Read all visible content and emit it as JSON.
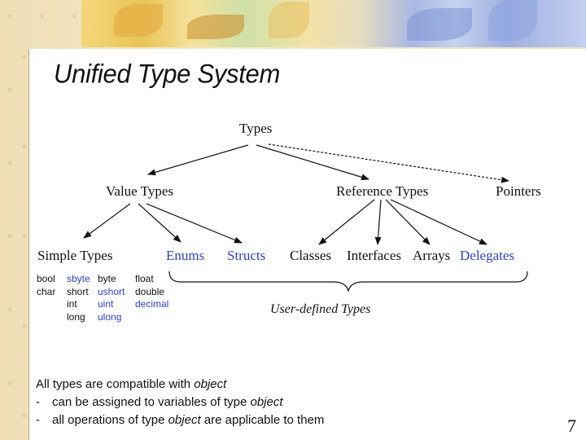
{
  "title": "Unified Type System",
  "tree": {
    "root": "Types",
    "value_types": "Value Types",
    "reference_types": "Reference Types",
    "pointers": "Pointers",
    "simple_types": "Simple Types",
    "enums": "Enums",
    "structs": "Structs",
    "classes": "Classes",
    "interfaces": "Interfaces",
    "arrays": "Arrays",
    "delegates": "Delegates",
    "user_defined": "User-defined Types"
  },
  "simple_type_columns": [
    {
      "items": [
        "bool",
        "char"
      ],
      "color": "black"
    },
    {
      "items": [
        "sbyte",
        "short",
        "int",
        "long"
      ],
      "color": "mixed"
    },
    {
      "items": [
        "byte",
        "ushort",
        "uint",
        "ulong"
      ],
      "color": "mixed"
    },
    {
      "items": [
        "float",
        "double",
        "decimal"
      ],
      "color": "mixed"
    }
  ],
  "colors": {
    "highlight": "#2f3fbd",
    "text": "#111111"
  },
  "notes": {
    "heading_prefix": "All types are compatible with ",
    "heading_em": "object",
    "line1_dash": "-",
    "line1_text": "can be assigned to variables of type ",
    "line1_em": "object",
    "line2_dash": "-",
    "line2_pre": "all operations of type ",
    "line2_em": "object",
    "line2_post": " are applicable to them"
  },
  "page_number": "7"
}
